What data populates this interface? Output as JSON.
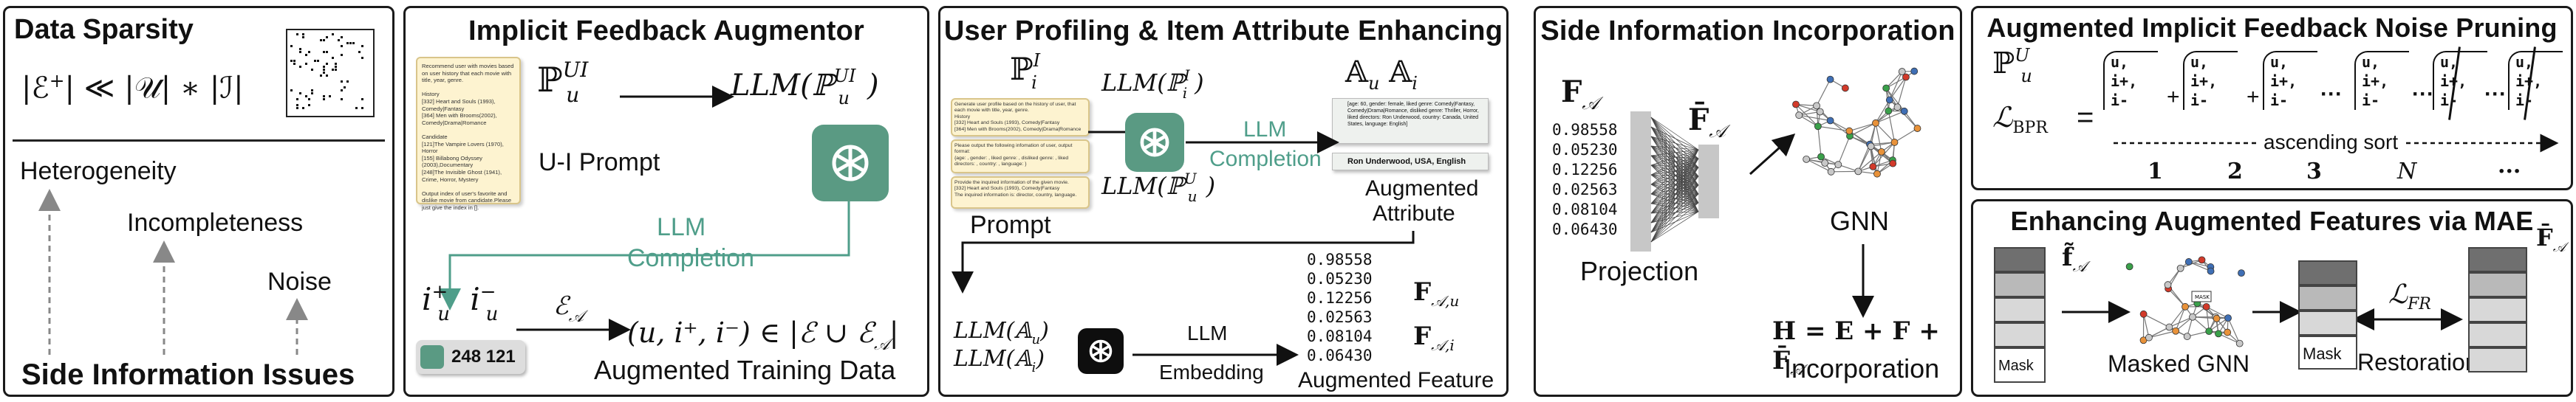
{
  "panel1": {
    "title": "Data Sparsity",
    "inequality_left": "|ℰ",
    "inequality_sup": "+",
    "inequality_right": "| ≪ |𝒰| ∗ |ℐ|",
    "heterogeneity": "Heterogeneity",
    "incompleteness": "Incompleteness",
    "noise": "Noise",
    "footer": "Side Information Issues"
  },
  "panel2": {
    "title": "Implicit Feedback Augmentor",
    "prompt_symbol": "ℙ",
    "prompt_sup": "UI",
    "prompt_sub": "u",
    "llm_expr": "LLM(ℙ",
    "llm_sup": "UI",
    "llm_sub": "u",
    "llm_close": ")",
    "prompt_label": "U-I Prompt",
    "llm_label": "LLM",
    "completion_label": "Completion",
    "i_plus": "i",
    "i_minus": "i",
    "u_sub": "u",
    "e_a": "ℰ",
    "e_a_sub": "𝒜",
    "tuple": "(u, i⁺, i⁻) ∈ |ℰ ∪ ℰ",
    "tuple_sub": "𝒜",
    "tuple_close": "|",
    "output_ids": "248 121",
    "augmented_label": "Augmented Training Data",
    "card_text": "Recommend user with movies based on user history that each movie with title, year, genre.\n\nHistory\n[332] Heart and Souls (1993), Comedy|Fantasy\n[364] Men with Brooms(2002), Comedy|Drama|Romance\n\nCandidate\n[121]The Vampire Lovers (1970), Horror\n[155] Billabong Odyssey (2003),Documentary\n[248]The Invisible Ghost (1941), Crime, Horror, Mystery\n\nOutput index of user's favorite and dislike movie from candidate.Please just give the index in []."
  },
  "panel3": {
    "title": "User Profiling & Item Attribute Enhancing",
    "p_i": "ℙ",
    "p_i_sup": "I",
    "p_i_sub": "i",
    "llm_pi": "LLM(ℙ",
    "llm_pi_sup": "I",
    "llm_pi_sub": "i",
    "llm_pu": "LLM(ℙ",
    "llm_pu_sup": "U",
    "llm_pu_sub": "u",
    "llm_label": "LLM",
    "completion_label": "Completion",
    "a_u": "𝔸",
    "a_u_sub": "u",
    "a_i": "𝔸",
    "a_i_sub": "i",
    "prompt_label": "Prompt",
    "augmented_attr_1": "Augmented",
    "augmented_attr_2": "Attribute",
    "attr_card_1": "[age: 60, gender: female, liked genre: Comedy|Fantasy, Comedy|Drama|Romance, disliked genre: Thriller, Horror, liked directors: Ron Underwood, country: Canada, United States, language: English]",
    "attr_card_2": "Ron Underwood, USA, English",
    "prompt_card_1": "Generate user profile based on the history of user, that each movie with title, year, genre.\nHistory\n[332] Heart and Souls (1993), Comedy|Fantasy\n[364] Men with Brooms(2002), Comedy|Drama|Romance",
    "prompt_card_2": "Please output the following infomation of user, output format:\n{age: , gender: , liked genre: , disliked genre: , liked directors: , country: , language: }",
    "prompt_card_3": "Provide the inquired information of the given movie.\n[332] Heart and Souls (1993), Comedy|Fantasy\nThe inquired information is: director, country, language.",
    "llm_au": "LLM(𝔸",
    "llm_au_sub": "u",
    "llm_ai": "LLM(𝔸",
    "llm_ai_sub": "i",
    "embedding_llm": "LLM",
    "embedding_label": "Embedding",
    "values": [
      "0.98558",
      "0.05230",
      "0.12256",
      "0.02563",
      "0.08104",
      "0.06430"
    ],
    "f_au": "F",
    "f_au_sub": "𝒜,u",
    "f_ai": "F",
    "f_ai_sub": "𝒜,i",
    "augmented_feature": "Augmented Feature"
  },
  "panel4": {
    "title": "Side Information Incorporation",
    "f_a": "F",
    "f_a_sub": "𝒜",
    "f_bar": "F̄",
    "f_bar_sub": "𝒜",
    "values": [
      "0.98558",
      "0.05230",
      "0.12256",
      "0.02563",
      "0.08104",
      "0.06430"
    ],
    "projection": "Projection",
    "gnn": "GNN",
    "formula": "H = E + F + F̄",
    "formula_sub": "𝒜",
    "incorporation": "Incorporation"
  },
  "panel5": {
    "title": "Augmented Implicit Feedback Noise Pruning",
    "p_u": "ℙ",
    "p_u_sup": "U",
    "p_u_sub": "u",
    "l_bpr": "ℒ",
    "l_bpr_sub": "BPR",
    "equals": "=",
    "u_label": "u,",
    "i_plus": "i+,",
    "i_minus": "i-",
    "plus": "+",
    "dots": "···",
    "ascending": "ascending sort",
    "ranks": [
      "1",
      "2",
      "3",
      "N",
      "···"
    ]
  },
  "panel6": {
    "title": "Enhancing Augmented Features via MAE",
    "f_tilde": "f̃",
    "f_tilde_sub": "𝒜",
    "f_bar": "F̄",
    "f_bar_sub": "𝒜",
    "mask": "Mask",
    "mask_right": "Mask",
    "masked_gnn": "Masked GNN",
    "l_fr": "ℒ",
    "l_fr_sub": "FR",
    "restoration": "Restoration",
    "gnn_mask": "MASK"
  },
  "colors": {
    "accent_green": "#4f9e8a",
    "prompt_card": "#fdf3d0",
    "gnn_orange": "#e8923a",
    "gnn_blue": "#3f6fb5",
    "gnn_green": "#3aa04a",
    "gnn_red": "#d23a2a"
  },
  "icons": [
    "openai-logo-icon",
    "document-prompt-icon",
    "neural-network-icon",
    "graph-network-icon"
  ]
}
